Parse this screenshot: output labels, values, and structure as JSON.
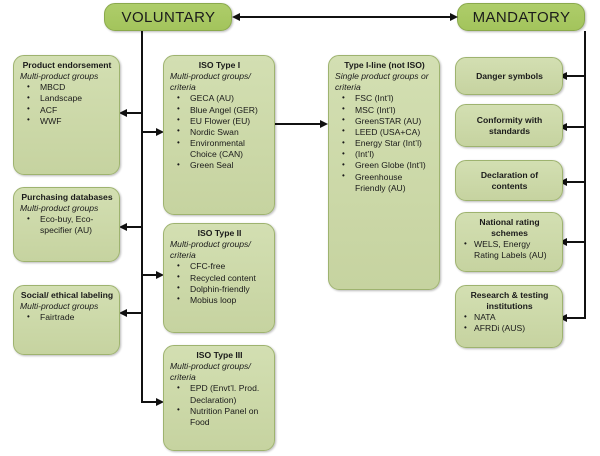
{
  "diagram": {
    "headers": {
      "voluntary": "VOLUNTARY",
      "mandatory": "MANDATORY"
    },
    "colors": {
      "header_green": "#a3c45c",
      "box_green": "#ccd9a8",
      "box_border": "#9eb36f",
      "connector": "#111111",
      "text": "#1a1a1a"
    },
    "left_column": [
      {
        "title": "Product endorsement",
        "subtitle": "Multi-product groups",
        "bullets": [
          "MBCD",
          "Landscape",
          "ACF",
          "WWF"
        ]
      },
      {
        "title": "Purchasing databases",
        "subtitle": "Multi-product groups",
        "bullets": [
          "Eco-buy, Eco-specifier (AU)"
        ]
      },
      {
        "title": "Social/ ethical labeling",
        "subtitle": "Multi-product groups",
        "bullets": [
          "Fairtrade"
        ]
      }
    ],
    "center_column": [
      {
        "title": "ISO Type I",
        "subtitle": "Multi-product groups/ criteria",
        "bullets": [
          "GECA (AU)",
          "Blue Angel (GER)",
          "EU Flower (EU)",
          "Nordic Swan",
          "Environmental Choice (CAN)",
          "Green Seal"
        ]
      },
      {
        "title": "ISO Type II",
        "subtitle": "Multi-product groups/ criteria",
        "bullets": [
          "CFC-free",
          "Recycled content",
          "Dolphin-friendly",
          "Mobius loop"
        ]
      },
      {
        "title": "ISO Type III",
        "subtitle": "Multi-product groups/ criteria",
        "bullets": [
          "EPD (Envt’l. Prod. Declaration)",
          "Nutrition Panel on Food"
        ]
      }
    ],
    "type_i_line": {
      "title": "Type I-line (not ISO)",
      "subtitle": "Single product groups or criteria",
      "bullets": [
        "FSC (Int’l)",
        "MSC (Int’l)",
        "GreenSTAR (AU)",
        "LEED (USA+CA)",
        "Energy Star (Int’l)",
        " (Int’l)",
        "Green Globe (Int’l)",
        "Greenhouse Friendly (AU)"
      ]
    },
    "right_column": [
      {
        "title": "Danger symbols",
        "bullets": []
      },
      {
        "title": "Conformity with standards",
        "bullets": []
      },
      {
        "title": "Declaration of contents",
        "bullets": []
      },
      {
        "title": "National rating schemes",
        "bullets": [
          "WELS, Energy Rating Labels (AU)"
        ]
      },
      {
        "title": "Research & testing institutions",
        "bullets": [
          "NATA",
          "AFRDi (AUS)"
        ]
      }
    ]
  }
}
